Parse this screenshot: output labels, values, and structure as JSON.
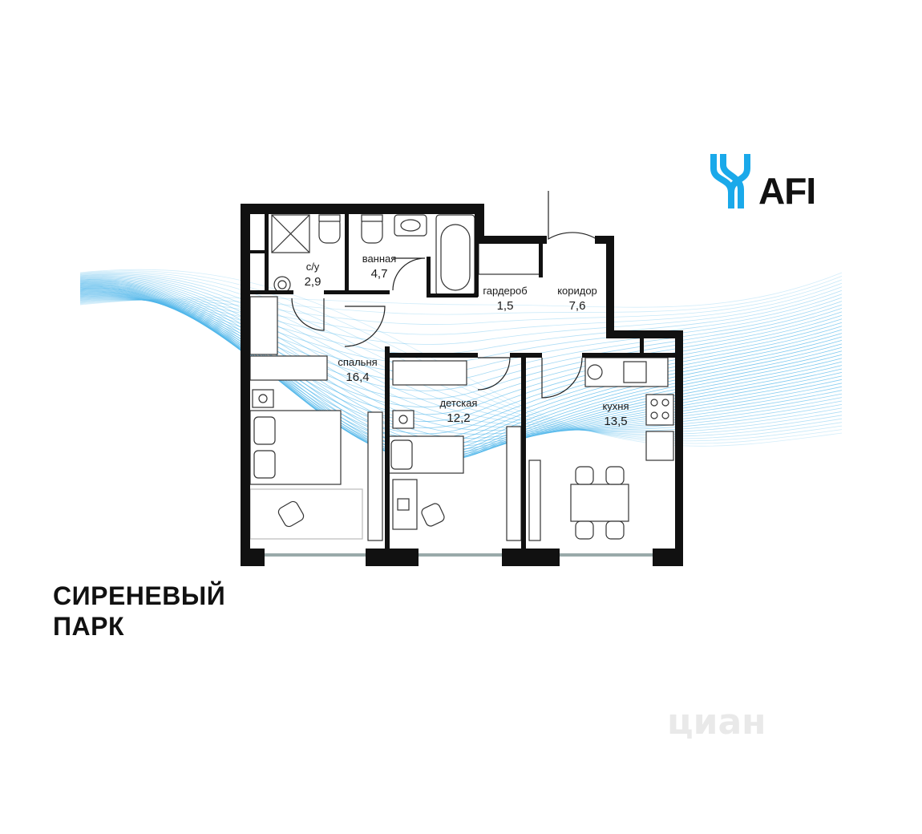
{
  "brand": {
    "name": "AFI",
    "icon": "afi-logo-icon",
    "accent": "#1aa9ea"
  },
  "project": {
    "title_line1": "СИРЕНЕВЫЙ",
    "title_line2": "ПАРК"
  },
  "watermark": {
    "text": "циан"
  },
  "rooms": {
    "wc": {
      "name": "с/у",
      "area": "2,9"
    },
    "bath": {
      "name": "ванная",
      "area": "4,7"
    },
    "wardrobe": {
      "name": "гардероб",
      "area": "1,5"
    },
    "hall": {
      "name": "коридор",
      "area": "7,6"
    },
    "bedroom": {
      "name": "спальня",
      "area": "16,4"
    },
    "kids": {
      "name": "детская",
      "area": "12,2"
    },
    "kitchen": {
      "name": "кухня",
      "area": "13,5"
    }
  },
  "colors": {
    "wall": "#111111",
    "lines": "#4fb6ea",
    "furniture": "#333333"
  }
}
